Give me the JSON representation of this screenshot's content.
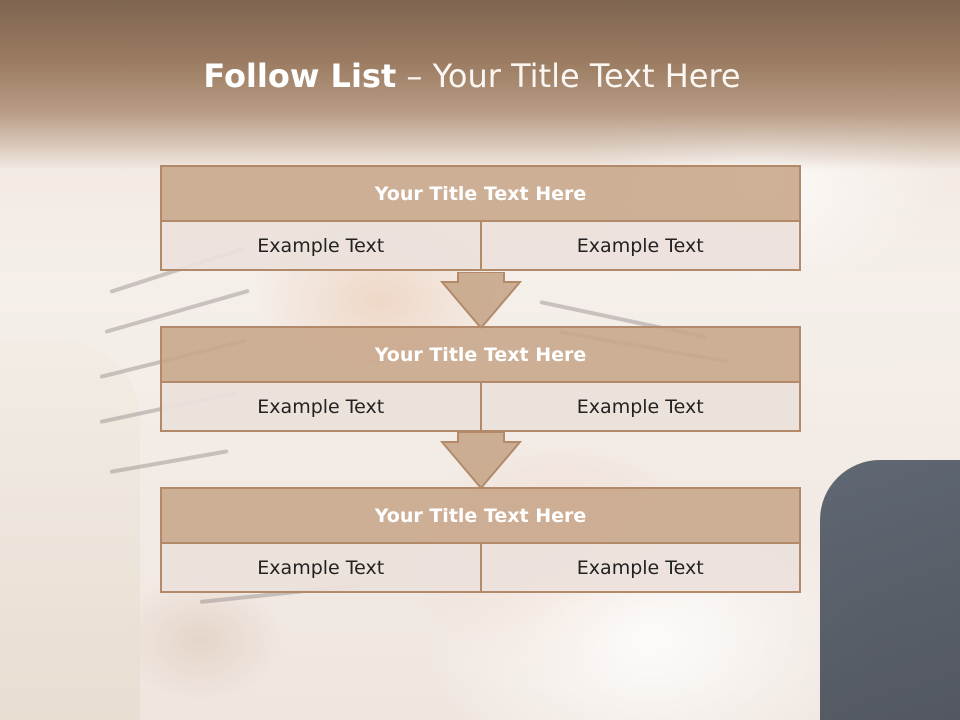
{
  "slide": {
    "title_bold": "Follow List",
    "title_rest": " – Your Title Text Here"
  },
  "steps": [
    {
      "title": "Your Title Text Here",
      "left": "Example Text",
      "right": "Example Text"
    },
    {
      "title": "Your Title Text Here",
      "left": "Example Text",
      "right": "Example Text"
    },
    {
      "title": "Your Title Text Here",
      "left": "Example Text",
      "right": "Example Text"
    }
  ],
  "colors": {
    "header": "#9a7b61",
    "box_fill": "#c7a68a",
    "box_border": "#b28a69",
    "cell_fill": "#ece1db"
  }
}
